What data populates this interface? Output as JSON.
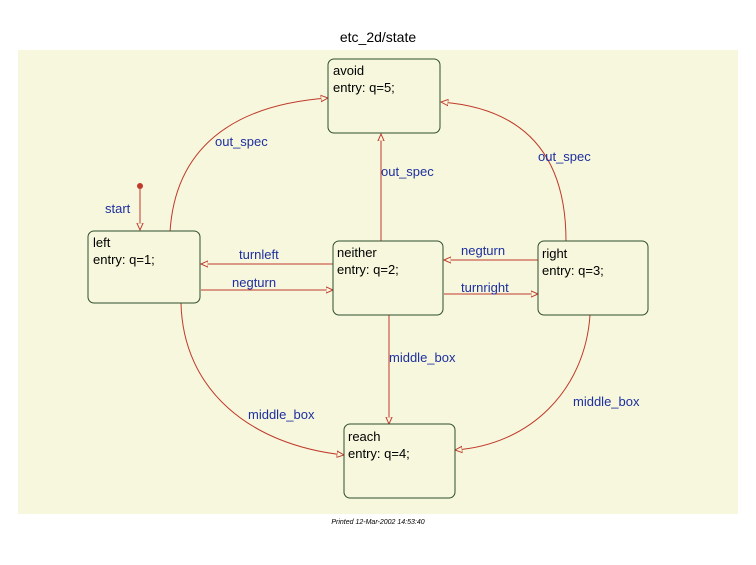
{
  "title": "etc_2d/state",
  "footer": "Printed 12-Mar-2002 14:53:40",
  "colors": {
    "canvas": "#f6f7dc",
    "state_border": "#2e4d2e",
    "transition": "#c0392b",
    "label": "#1e2fa0"
  },
  "states": {
    "avoid": {
      "name": "avoid",
      "entry": "entry: q=5;"
    },
    "left": {
      "name": "left",
      "entry": "entry: q=1;"
    },
    "neither": {
      "name": "neither",
      "entry": "entry: q=2;"
    },
    "right": {
      "name": "right",
      "entry": "entry: q=3;"
    },
    "reach": {
      "name": "reach",
      "entry": "entry: q=4;"
    }
  },
  "transitions": {
    "start": {
      "label": "start"
    },
    "left_to_avoid": {
      "label": "out_spec"
    },
    "neither_to_avoid": {
      "label": "out_spec"
    },
    "right_to_avoid": {
      "label": "out_spec"
    },
    "neither_to_left": {
      "label": "turnleft"
    },
    "left_to_neither": {
      "label": "negturn"
    },
    "right_to_neither": {
      "label": "negturn"
    },
    "neither_to_right": {
      "label": "turnright"
    },
    "neither_to_reach": {
      "label": "middle_box"
    },
    "left_to_reach": {
      "label": "middle_box"
    },
    "right_to_reach": {
      "label": "middle_box"
    }
  }
}
